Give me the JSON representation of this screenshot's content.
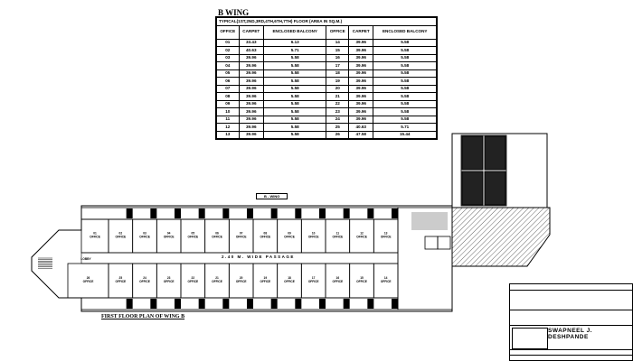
{
  "area_table": {
    "title": "B WING",
    "caption": "TYPICAL(1ST,2ND,3RD,4TH,6TH,7TH) FLOOR  (AREA IN SQ.M.)",
    "headers": [
      "OFFICE",
      "CARPET",
      "ENCLOSED BALCONY",
      "OFFICE",
      "CARPET",
      "ENCLOSED BALCONY"
    ],
    "rows": [
      [
        "01",
        "33.43",
        "6.13",
        "14",
        "39.96",
        "5.58"
      ],
      [
        "02",
        "40.63",
        "5.71",
        "15",
        "39.96",
        "5.58"
      ],
      [
        "03",
        "39.96",
        "5.58",
        "16",
        "39.96",
        "5.58"
      ],
      [
        "04",
        "39.96",
        "5.58",
        "17",
        "39.96",
        "5.58"
      ],
      [
        "05",
        "39.96",
        "5.58",
        "18",
        "39.96",
        "5.58"
      ],
      [
        "06",
        "39.96",
        "5.58",
        "19",
        "39.96",
        "5.58"
      ],
      [
        "07",
        "39.96",
        "5.58",
        "20",
        "39.96",
        "5.58"
      ],
      [
        "08",
        "39.96",
        "5.58",
        "21",
        "39.96",
        "5.58"
      ],
      [
        "09",
        "39.96",
        "5.58",
        "22",
        "39.96",
        "5.58"
      ],
      [
        "10",
        "39.96",
        "5.58",
        "23",
        "39.96",
        "5.58"
      ],
      [
        "11",
        "39.96",
        "5.58",
        "24",
        "39.96",
        "5.58"
      ],
      [
        "12",
        "39.96",
        "5.58",
        "25",
        "40.63",
        "5.71"
      ],
      [
        "13",
        "39.96",
        "5.58",
        "26",
        "47.58",
        "15.44"
      ]
    ]
  },
  "plan": {
    "title": "FIRST FLOOR PLAN OF WING B",
    "wing_label": "B - WING",
    "passage_label": "2.40 M. WIDE PASSAGE",
    "office_word": "OFFICE",
    "lobby_label": "LOBBY",
    "top_offices": [
      "02",
      "03",
      "04",
      "05",
      "06",
      "07",
      "08",
      "09",
      "10",
      "11",
      "12",
      "13"
    ],
    "bottom_offices": [
      "25",
      "24",
      "23",
      "22",
      "21",
      "20",
      "19",
      "18",
      "17",
      "16",
      "15",
      "14"
    ],
    "corner_top": "01",
    "corner_bottom": "26"
  },
  "title_block": {
    "architect": "SWAPNEEL J. DESHPANDE"
  }
}
